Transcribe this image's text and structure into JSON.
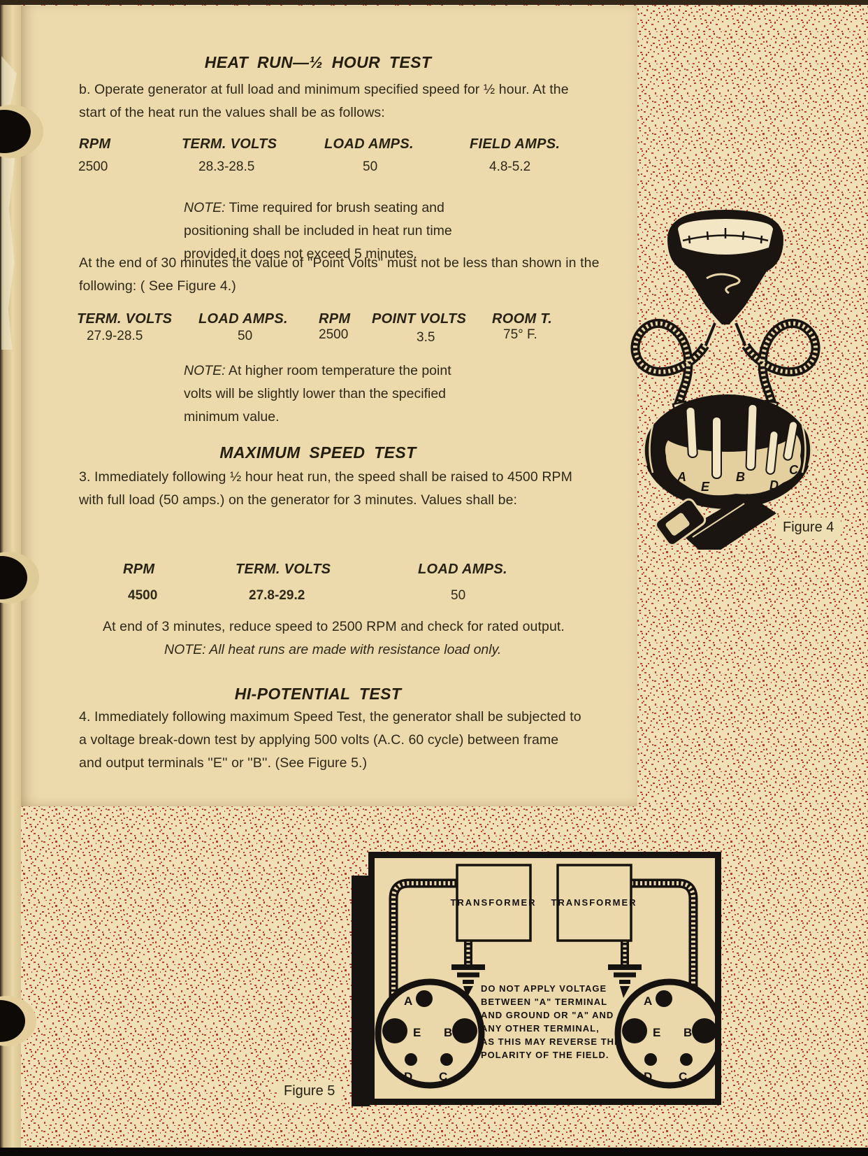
{
  "heat_run": {
    "title": "HEAT RUN—½ HOUR TEST",
    "intro": "b.  Operate generator at full load and minimum specified speed for ½ hour.  At the\nstart of the heat run the values shall be as follows:",
    "table1": {
      "headers": [
        "RPM",
        "TERM. VOLTS",
        "LOAD AMPS.",
        "FIELD AMPS."
      ],
      "values": [
        "2500",
        "28.3-28.5",
        "50",
        "4.8-5.2"
      ]
    },
    "note1_label": "NOTE:",
    "note1_text": " Time required for brush seating and\npositioning shall be included in heat run time\nprovided it does not exceed 5 minutes.",
    "point_volts_para": "At the end of 30 minutes the value of ''Point Volts'' must not be less than shown in the\nfollowing: ( See Figure 4.)",
    "table2": {
      "headers": [
        "TERM. VOLTS",
        "LOAD AMPS.",
        "RPM",
        "POINT VOLTS",
        "ROOM T."
      ],
      "values": [
        "27.9-28.5",
        "50",
        "2500",
        "3.5",
        "75° F."
      ]
    },
    "note2_label": "NOTE:",
    "note2_text": " At higher room temperature the point\nvolts will be slightly lower than the specified\nminimum value."
  },
  "max_speed": {
    "title": "MAXIMUM SPEED TEST",
    "para": "3.  Immediately following ½ hour heat run, the speed shall be raised to 4500 RPM\nwith full load (50 amps.) on the generator for 3 minutes. Values shall be:",
    "table3": {
      "headers": [
        "RPM",
        "TERM. VOLTS",
        "LOAD AMPS."
      ],
      "values": [
        "4500",
        "27.8-29.2",
        "50"
      ]
    },
    "reduce_line": "At end of 3 minutes, reduce speed to 2500 RPM and check for rated output.",
    "note3_label": "NOTE:",
    "note3_text": " All heat runs are made with resistance load only."
  },
  "hi_potential": {
    "title": "HI-POTENTIAL TEST",
    "para": "4.  Immediately following maximum Speed Test, the generator shall be subjected to\na voltage break-down test by applying 500 volts (A.C. 60 cycle) between frame\nand output terminals ''E'' or ''B''.  (See Figure 5.)"
  },
  "figure4": {
    "caption": "Figure 4",
    "terminals": [
      "A",
      "E",
      "B",
      "D",
      "C"
    ]
  },
  "figure5": {
    "caption": "Figure 5",
    "transformer_left": "TRANSFORMER",
    "transformer_right": "TRANSFORMER",
    "warning_lines": [
      "DO NOT APPLY VOLTAGE",
      "BETWEEN \"A\" TERMINAL",
      "AND GROUND OR \"A\" AND",
      "ANY OTHER TERMINAL,",
      "AS THIS MAY REVERSE THE",
      "POLARITY OF THE FIELD."
    ],
    "left_terminals": [
      "A",
      "E",
      "B",
      "D",
      "C"
    ],
    "right_terminals": [
      "A",
      "E",
      "B",
      "D",
      "C"
    ]
  },
  "colors": {
    "paper": "#ecdaad",
    "stipple_dot": "#c2412e",
    "ink": "#2e2818"
  }
}
